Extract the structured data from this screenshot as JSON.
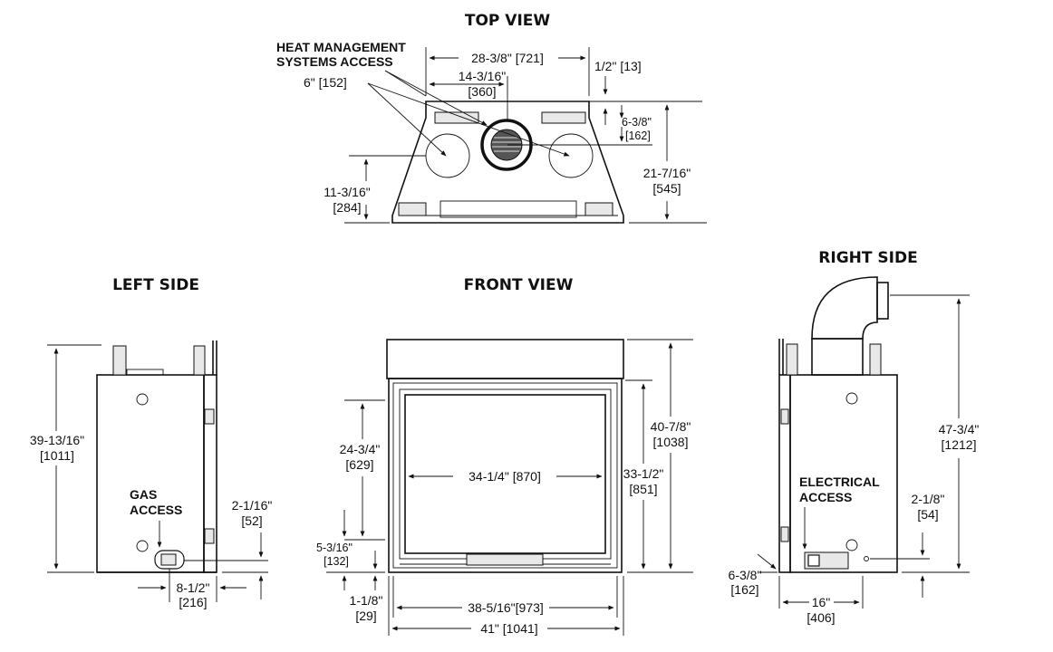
{
  "views": {
    "top": "TOP VIEW",
    "left": "LEFT SIDE",
    "front": "FRONT VIEW",
    "right": "RIGHT SIDE"
  },
  "callouts": {
    "heat_line1": "HEAT MANAGEMENT",
    "heat_line2": "SYSTEMS ACCESS",
    "gas_line1": "GAS",
    "gas_line2": "ACCESS",
    "elec_line1": "ELECTRICAL",
    "elec_line2": "ACCESS"
  },
  "dims": {
    "top_width": "28-3/8\" [721]",
    "top_half_a": "14-3/16\"",
    "top_half_b": "[360]",
    "top_hole": "6\" [152]",
    "top_offset": "1/2\" [13]",
    "top_collar_a": "6-3/8\"",
    "top_collar_b": "[162]",
    "top_depth_a": "21-7/16\"",
    "top_depth_b": "[545]",
    "top_center_a": "11-3/16\"",
    "top_center_b": "[284]",
    "left_height_a": "39-13/16\"",
    "left_height_b": "[1011]",
    "left_gas_h_a": "2-1/16\"",
    "left_gas_h_b": "[52]",
    "left_gas_w_a": "8-1/2\"",
    "left_gas_w_b": "[216]",
    "front_open_h_a": "24-3/4\"",
    "front_open_h_b": "[629]",
    "front_open_w": "34-1/4\" [870]",
    "front_total_h_a": "40-7/8\"",
    "front_total_h_b": "[1038]",
    "front_body_h_a": "33-1/2\"",
    "front_body_h_b": "[851]",
    "front_bottom_a": "5-3/16\"",
    "front_bottom_b": "[132]",
    "front_base_a": "1-1/8\"",
    "front_base_b": "[29]",
    "front_body_w": "38-5/16\"[973]",
    "front_total_w": "41\" [1041]",
    "right_height_a": "47-3/4\"",
    "right_height_b": "[1212]",
    "right_elec_h_a": "2-1/8\"",
    "right_elec_h_b": "[54]",
    "right_elec_w_a": "6-3/8\"",
    "right_elec_w_b": "[162]",
    "right_width_a": "16\"",
    "right_width_b": "[406]"
  }
}
